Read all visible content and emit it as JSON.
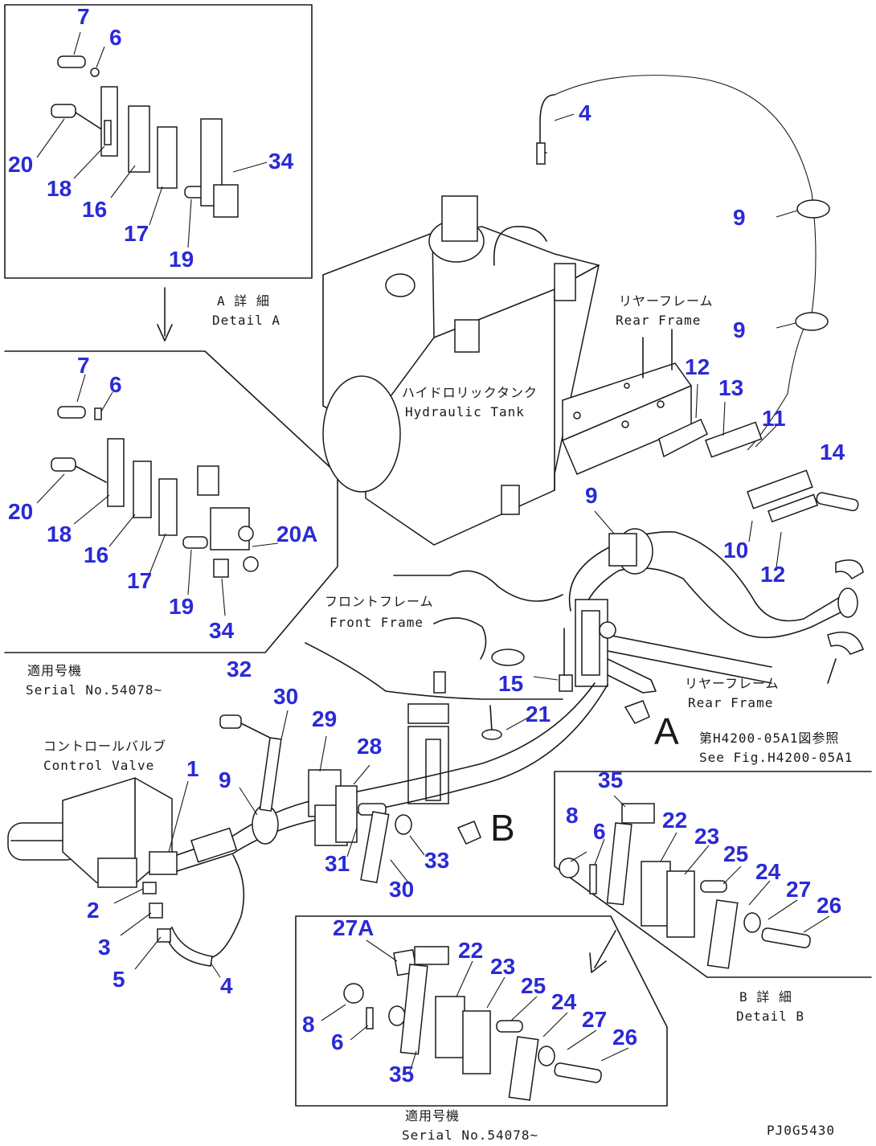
{
  "labels": {
    "hydraulic_tank_jp": "ハイドロリックタンク",
    "hydraulic_tank_en": "Hydraulic Tank",
    "rear_frame_jp_1": "リヤーフレーム",
    "rear_frame_en_1": "Rear Frame",
    "rear_frame_jp_2": "リヤーフレーム",
    "rear_frame_en_2": "Rear Frame",
    "front_frame_jp": "フロントフレーム",
    "front_frame_en": "Front Frame",
    "control_valve_jp": "コントロールバルブ",
    "control_valve_en": "Control Valve",
    "detail_a_jp": "A 詳 細",
    "detail_a_en": "Detail A",
    "detail_b_jp": "B 詳 細",
    "detail_b_en": "Detail B",
    "serial_jp_1": "適用号機",
    "serial_en_1": "Serial No.54078~",
    "serial_jp_2": "適用号機",
    "serial_en_2": "Serial No.54078~",
    "see_fig_jp": "第H4200-05A1図参照",
    "see_fig_en": "See Fig.H4200-05A1",
    "arrow_a": "A",
    "arrow_b": "B",
    "drawing_code": "PJ0G5430"
  },
  "callouts": {
    "c1": "7",
    "c2": "6",
    "c3": "20",
    "c4": "18",
    "c5": "16",
    "c6": "17",
    "c7": "19",
    "c8": "34",
    "c9": "7",
    "c10": "6",
    "c11": "20",
    "c12": "18",
    "c13": "16",
    "c14": "17",
    "c15": "19",
    "c16": "20A",
    "c17": "34",
    "c18": "4",
    "c19": "9",
    "c20": "9",
    "c21": "12",
    "c22": "13",
    "c23": "11",
    "c24": "14",
    "c25": "9",
    "c26": "10",
    "c27": "12",
    "c28": "32",
    "c29": "30",
    "c30": "29",
    "c31": "28",
    "c32": "15",
    "c33": "21",
    "c34": "1",
    "c35": "9",
    "c36": "31",
    "c37": "33",
    "c38": "30",
    "c39": "2",
    "c40": "3",
    "c41": "5",
    "c42": "4",
    "c43": "35",
    "c44": "8",
    "c45": "6",
    "c46": "22",
    "c47": "23",
    "c48": "25",
    "c49": "24",
    "c50": "27",
    "c51": "26",
    "c52": "27A",
    "c53": "22",
    "c54": "23",
    "c55": "25",
    "c56": "24",
    "c57": "27",
    "c58": "26",
    "c59": "8",
    "c60": "6",
    "c61": "35"
  }
}
